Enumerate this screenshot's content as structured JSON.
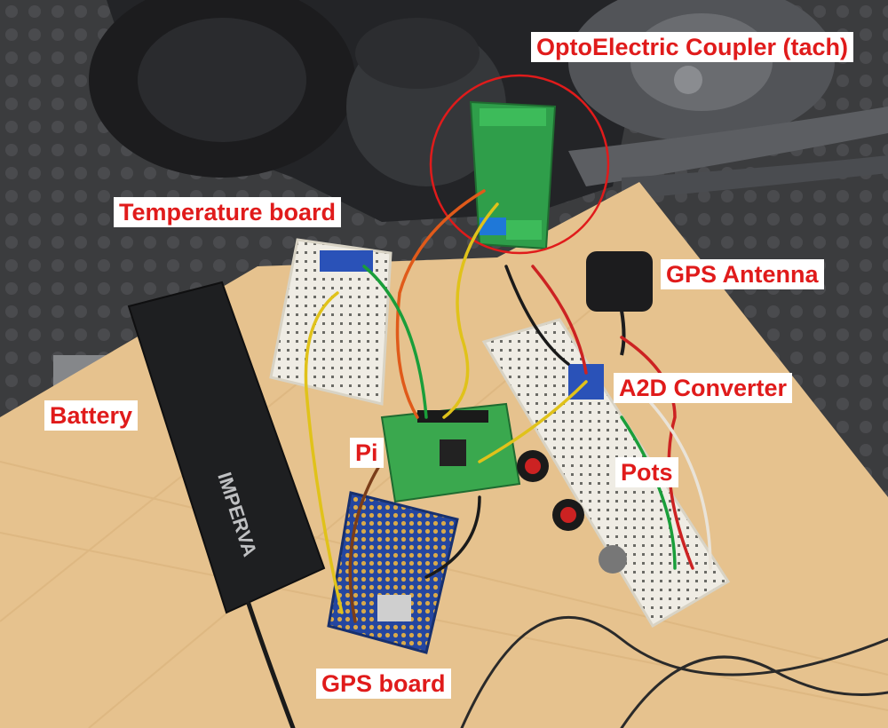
{
  "labels": {
    "optocoupler": "OptoElectric Coupler (tach)",
    "temperature": "Temperature board",
    "gps_antenna": "GPS Antenna",
    "battery": "Battery",
    "a2d": "A2D Converter",
    "pi": "Pi",
    "pots": "Pots",
    "gps_board": "GPS board"
  },
  "battery_brand": "IMPERVA",
  "colors": {
    "label_text": "#e01b1b",
    "label_bg": "#ffffff",
    "table_wood": "#e6c28e",
    "floor": "#3a3b3d",
    "pcb_green": "#2f9e4a",
    "pcb_blue": "#1e3f8f"
  }
}
